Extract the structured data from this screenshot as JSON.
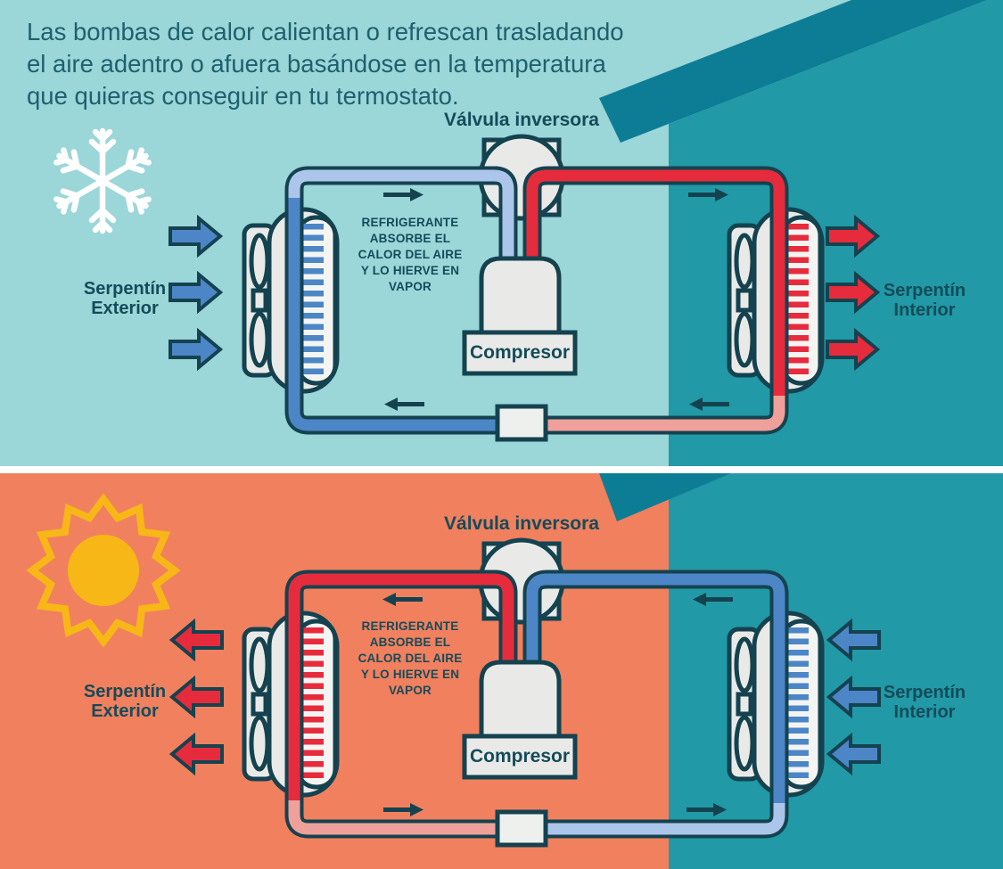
{
  "header": {
    "lines": [
      "Las bombas de calor calientan o refrescan trasladando",
      "el aire adentro o afuera basándose en la temperatura",
      "que quieras conseguir en tu termostato."
    ]
  },
  "panels": [
    {
      "season_icon": "snowflake-icon",
      "valve_label": "Válvula inversora",
      "refrigerant_lines": [
        "REFRIGERANTE",
        "ABSORBE EL",
        "CALOR DEL AIRE",
        "Y LO HIERVE EN",
        "VAPOR"
      ],
      "compressor_label": "Compresor",
      "exterior_label": {
        "line1": "Serpentín",
        "line2": "Exterior"
      },
      "interior_label": {
        "line1": "Serpentín",
        "line2": "Interior"
      }
    },
    {
      "season_icon": "sun-icon",
      "valve_label": "Válvula inversora",
      "refrigerant_lines": [
        "REFRIGERANTE",
        "ABSORBE EL",
        "CALOR DEL AIRE",
        "Y LO HIERVE EN",
        "VAPOR"
      ],
      "compressor_label": "Compresor",
      "exterior_label": {
        "line1": "Serpentín",
        "line2": "Exterior"
      },
      "interior_label": {
        "line1": "Serpentín",
        "line2": "Interior"
      }
    }
  ],
  "colors": {
    "background_exterior_cold": "#9bd6d9",
    "background_exterior_hot": "#f1805f",
    "background_interior": "#2199a6",
    "roof_accent": "#0d7d95",
    "divider_white": "#ffffff",
    "outline_dark": "#14424f",
    "heading_text": "#1d616d",
    "label_text": "#154b59",
    "pipe_hot_red": "#e62c3c",
    "pipe_warm_pink": "#efa09a",
    "pipe_cold_blue": "#4c86c6",
    "pipe_cool_lightblue": "#abc6ea",
    "equipment_gray": "#e9eae8",
    "sun_yellow": "#f7b717",
    "snowflake_white": "#ffffff"
  }
}
